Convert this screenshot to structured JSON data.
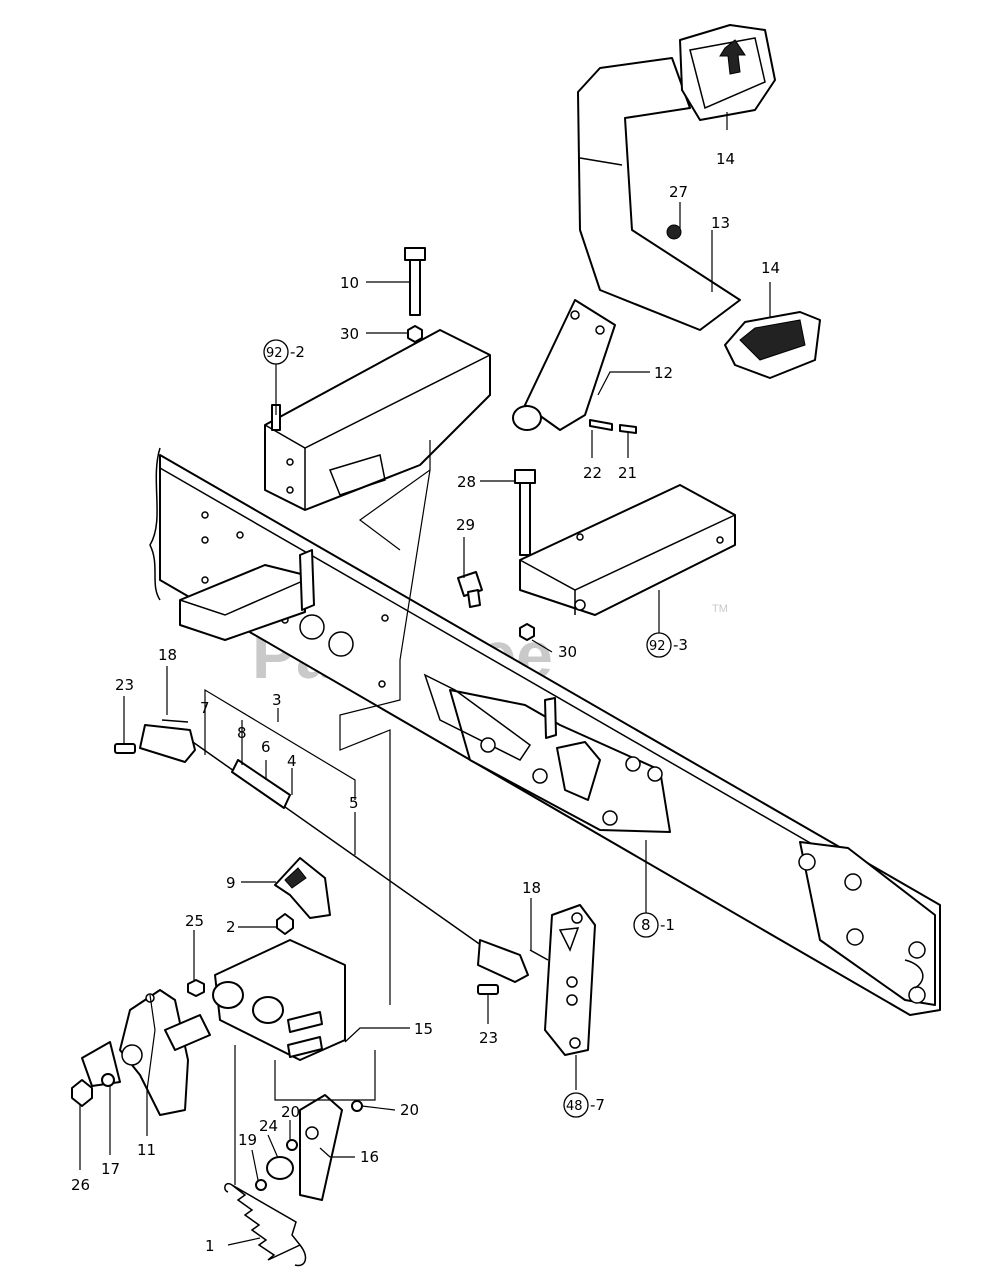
{
  "watermark": {
    "text": "PartsTree",
    "trademark": "TM"
  },
  "callouts": [
    {
      "id": "p14a",
      "label": "14"
    },
    {
      "id": "p27",
      "label": "27"
    },
    {
      "id": "p13",
      "label": "13"
    },
    {
      "id": "p14b",
      "label": "14"
    },
    {
      "id": "p10",
      "label": "10"
    },
    {
      "id": "p30a",
      "label": "30"
    },
    {
      "id": "p92_2",
      "label": "92",
      "suffix": "-2"
    },
    {
      "id": "p12",
      "label": "12"
    },
    {
      "id": "p22",
      "label": "22"
    },
    {
      "id": "p21",
      "label": "21"
    },
    {
      "id": "p28",
      "label": "28"
    },
    {
      "id": "p29",
      "label": "29"
    },
    {
      "id": "p30b",
      "label": "30"
    },
    {
      "id": "p92_3",
      "label": "92",
      "suffix": "-3"
    },
    {
      "id": "p18a",
      "label": "18"
    },
    {
      "id": "p23a",
      "label": "23"
    },
    {
      "id": "p7",
      "label": "7"
    },
    {
      "id": "p3",
      "label": "3"
    },
    {
      "id": "p8",
      "label": "8"
    },
    {
      "id": "p6",
      "label": "6"
    },
    {
      "id": "p4",
      "label": "4"
    },
    {
      "id": "p5",
      "label": "5"
    },
    {
      "id": "p8_1",
      "label": "8",
      "suffix": "-1"
    },
    {
      "id": "p9",
      "label": "9"
    },
    {
      "id": "p2",
      "label": "2"
    },
    {
      "id": "p25",
      "label": "25"
    },
    {
      "id": "p18b",
      "label": "18"
    },
    {
      "id": "p23b",
      "label": "23"
    },
    {
      "id": "p15",
      "label": "15"
    },
    {
      "id": "p48_7",
      "label": "48",
      "suffix": "-7"
    },
    {
      "id": "p20a",
      "label": "20"
    },
    {
      "id": "p20b",
      "label": "20"
    },
    {
      "id": "p24",
      "label": "24"
    },
    {
      "id": "p19",
      "label": "19"
    },
    {
      "id": "p16",
      "label": "16"
    },
    {
      "id": "p11",
      "label": "11"
    },
    {
      "id": "p17",
      "label": "17"
    },
    {
      "id": "p26",
      "label": "26"
    },
    {
      "id": "p1",
      "label": "1"
    }
  ]
}
